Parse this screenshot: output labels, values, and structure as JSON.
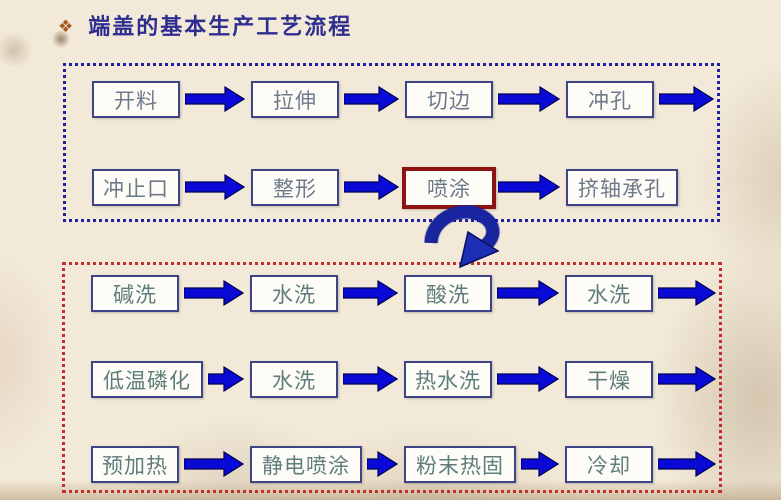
{
  "title": {
    "bullet": "❖",
    "bullet_color": "#a9581d",
    "text": "端盖的基本生产工艺流程",
    "text_color": "#2e2e90"
  },
  "colors": {
    "arrow_fill": "#0a0ad6",
    "arrow_outline": "#000050",
    "box_border": "#3e4486",
    "highlight_border": "#8e1313",
    "background": "#f2e9d8"
  },
  "connector": {
    "description": "curved-down-arrow between sections",
    "color": "#1d2db4",
    "outline": "#0a1060"
  },
  "sections": [
    {
      "name": "stamping-forming",
      "border_color": "#2020a0",
      "text_color": "#6e7a8c",
      "rows": [
        {
          "cells": [
            "开料",
            "拉伸",
            "切边",
            "冲孔"
          ],
          "trailing_arrow": true,
          "highlight_index": -1
        },
        {
          "cells": [
            "冲止口",
            "整形",
            "喷涂",
            "挤轴承孔"
          ],
          "trailing_arrow": false,
          "highlight_index": 2
        }
      ]
    },
    {
      "name": "surface-treatment",
      "border_color": "#c03030",
      "text_color": "#5f7d7c",
      "rows": [
        {
          "cells": [
            "碱洗",
            "水洗",
            "酸洗",
            "水洗"
          ],
          "trailing_arrow": true,
          "highlight_index": -1
        },
        {
          "cells": [
            "低温磷化",
            "水洗",
            "热水洗",
            "干燥"
          ],
          "trailing_arrow": true,
          "highlight_index": -1
        },
        {
          "cells": [
            "预加热",
            "静电喷涂",
            "粉末热固",
            "冷却"
          ],
          "trailing_arrow": true,
          "highlight_index": -1
        }
      ]
    }
  ]
}
